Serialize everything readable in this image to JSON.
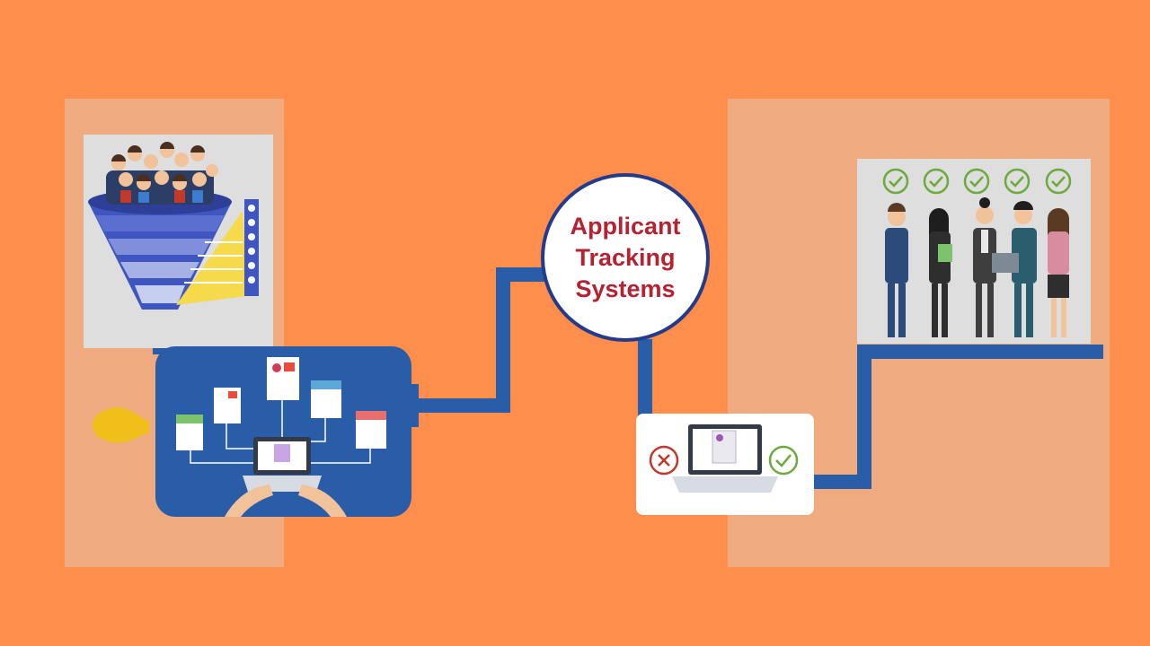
{
  "title": {
    "lines": [
      "Applicant",
      "Tracking",
      "Systems"
    ]
  },
  "colors": {
    "background": "#FF8D4B",
    "panel": "#F0AA80",
    "pipe": "#2A5DA8",
    "title_text": "#B52231",
    "title_border": "#243B8C",
    "accept": "#6BAA3C",
    "reject": "#C0392B"
  },
  "icons": {
    "funnel": "funnel-icon",
    "candidates": "crowd-icon",
    "resume_hub": "resume-network-icon",
    "reject": "x-circle-icon",
    "accept": "check-circle-icon",
    "hired_team": "team-icon"
  }
}
